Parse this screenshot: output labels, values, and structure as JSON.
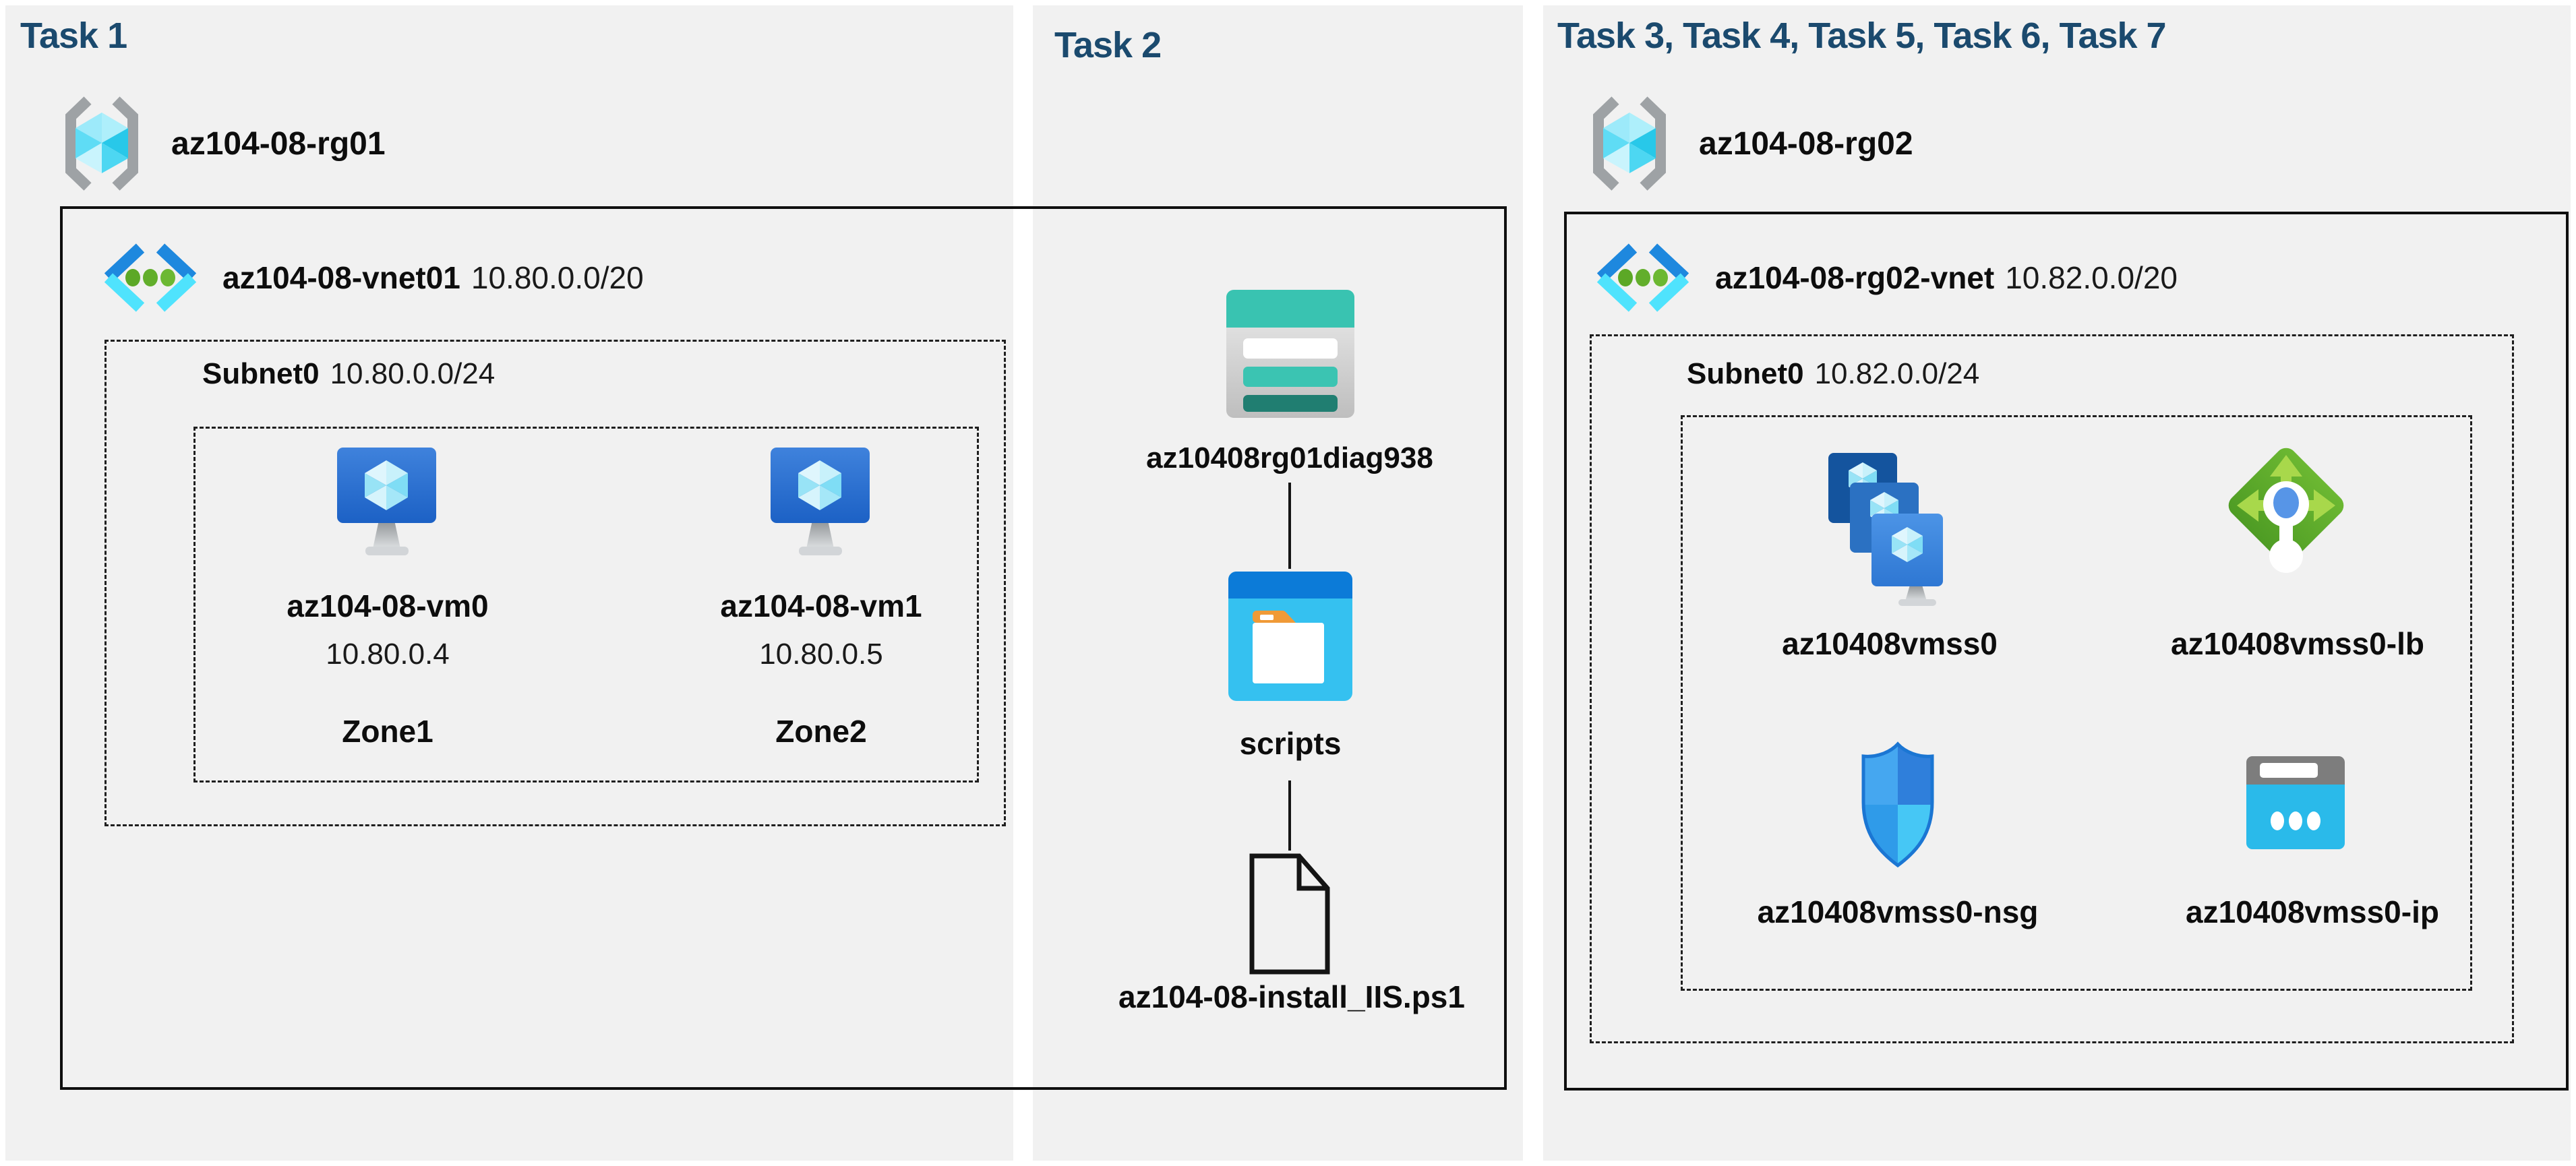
{
  "colors": {
    "panel_bg": "#F1F1F1",
    "task_title": "#1B4A6E",
    "outline": "#0F0F0F",
    "azure_blue": "#1E88DE",
    "azure_cyan": "#4FE3FD",
    "vm_blue": "#1C61C5",
    "lb_green": "#5FA92C",
    "storage_teal": "#39C3B1",
    "ip_cyan": "#2ABAEA"
  },
  "tasks": {
    "task1": {
      "title": "Task 1"
    },
    "task2": {
      "title": "Task 2"
    },
    "task3": {
      "title": "Task 3, Task 4, Task 5, Task 6, Task 7"
    }
  },
  "resource_groups": {
    "rg1": {
      "name": "az104-08-rg01"
    },
    "rg2": {
      "name": "az104-08-rg02"
    }
  },
  "vnet1": {
    "name": "az104-08-vnet01",
    "cidr": "10.80.0.0/20",
    "subnet": {
      "name": "Subnet0",
      "cidr": "10.80.0.0/24"
    },
    "vms": [
      {
        "name": "az104-08-vm0",
        "ip": "10.80.0.4",
        "zone": "Zone1"
      },
      {
        "name": "az104-08-vm1",
        "ip": "10.80.0.5",
        "zone": "Zone2"
      }
    ]
  },
  "storage_flow": {
    "storage_account": "az10408rg01diag938",
    "container": "scripts",
    "script_file": "az104-08-install_IIS.ps1"
  },
  "vnet2": {
    "name": "az104-08-rg02-vnet",
    "cidr": "10.82.0.0/20",
    "subnet": {
      "name": "Subnet0",
      "cidr": "10.82.0.0/24"
    },
    "resources": {
      "vmss": {
        "name": "az10408vmss0"
      },
      "lb": {
        "name": "az10408vmss0-lb"
      },
      "nsg": {
        "name": "az10408vmss0-nsg"
      },
      "ip": {
        "name": "az10408vmss0-ip"
      }
    }
  }
}
